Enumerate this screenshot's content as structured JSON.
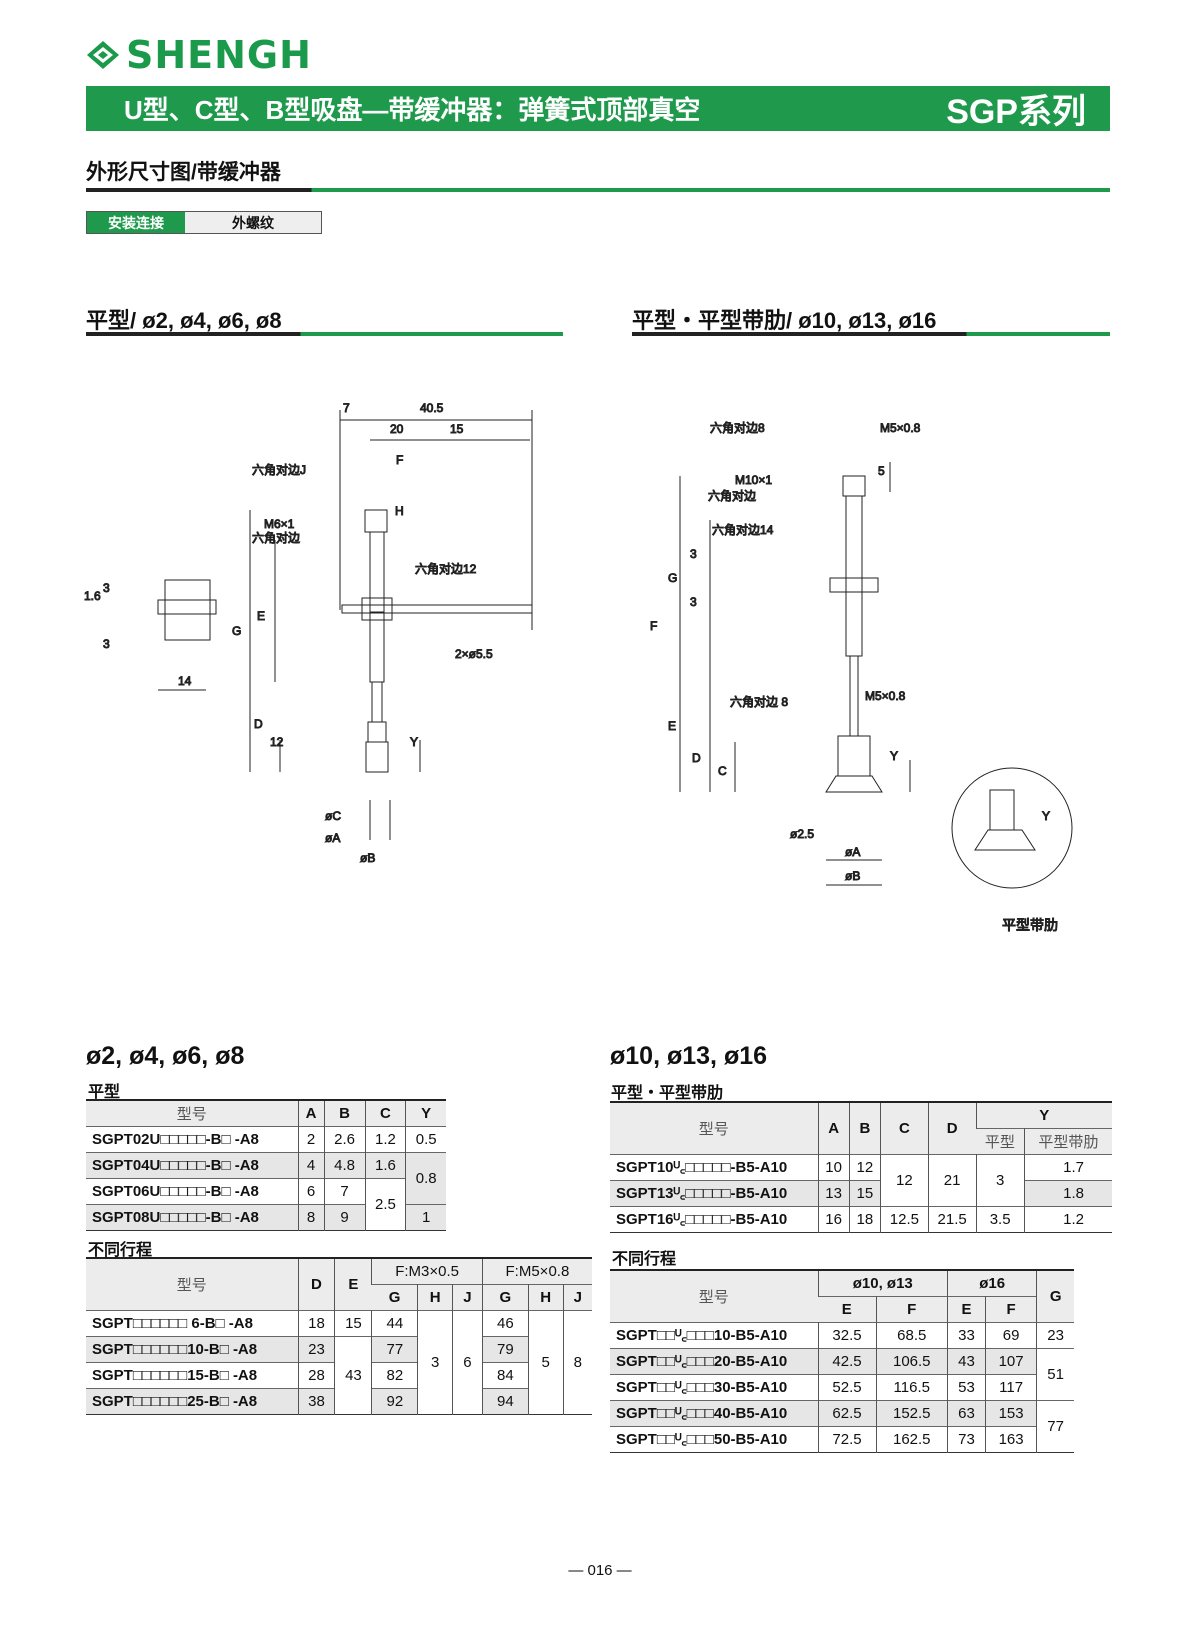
{
  "header": {
    "brand": "SHENGH",
    "title": "U型、C型、B型吸盘—带缓冲器：弹簧式顶部真空",
    "series": "SGP系列"
  },
  "subtitle": "外形尺寸图/带缓冲器",
  "tag": {
    "label": "安装连接",
    "value": "外螺纹"
  },
  "left_section": {
    "title": "平型/ ø2, ø4, ø6, ø8",
    "labels": [
      "7",
      "40.5",
      "20",
      "15",
      "六角对边J",
      "F",
      "H",
      "M6×1",
      "六角对边",
      "六角对边12",
      "G",
      "E",
      "D",
      "12",
      "Y",
      "2×ø5.5",
      "øC",
      "øA",
      "øB",
      "1.6",
      "3",
      "3",
      "14"
    ]
  },
  "right_section": {
    "title": "平型・平型带肋/ ø10, ø13, ø16",
    "labels": [
      "六角对边8",
      "M5×0.8",
      "5",
      "M10×1",
      "六角对边",
      "六角对边14",
      "3",
      "G",
      "3",
      "F",
      "六角对边 8",
      "M5×0.8",
      "E",
      "D",
      "C",
      "Y",
      "ø2.5",
      "øA",
      "øB",
      "Y"
    ],
    "inset_caption": "平型带肋"
  },
  "t1": {
    "heading": "ø2, ø4, ø6, ø8",
    "sub": "平型",
    "cols": [
      "型号",
      "A",
      "B",
      "C",
      "Y"
    ],
    "rows": [
      [
        "SGPT02U□□□□□-B□ -A8",
        "2",
        "2.6",
        "1.2",
        "0.5"
      ],
      [
        "SGPT04U□□□□□-B□ -A8",
        "4",
        "4.8",
        "1.6",
        "0.8"
      ],
      [
        "SGPT06U□□□□□-B□ -A8",
        "6",
        "7",
        "2.5",
        ""
      ],
      [
        "SGPT08U□□□□□-B□ -A8",
        "8",
        "9",
        "",
        "1"
      ]
    ]
  },
  "t2": {
    "sub": "不同行程",
    "cols": [
      "型号",
      "D",
      "E",
      "F:M3×0.5",
      "F:M5×0.8"
    ],
    "subcols": [
      "G",
      "H",
      "J",
      "G",
      "H",
      "J"
    ],
    "rows": [
      [
        "SGPT□□□□□□ 6-B□ -A8",
        "18",
        "15",
        "44",
        "3",
        "6",
        "46",
        "5",
        "8"
      ],
      [
        "SGPT□□□□□□10-B□ -A8",
        "23",
        "43",
        "77",
        "",
        "",
        "79",
        "",
        ""
      ],
      [
        "SGPT□□□□□□15-B□ -A8",
        "28",
        "",
        "82",
        "",
        "",
        "84",
        "",
        ""
      ],
      [
        "SGPT□□□□□□25-B□ -A8",
        "38",
        "",
        "92",
        "",
        "",
        "94",
        "",
        ""
      ]
    ]
  },
  "t3": {
    "heading": "ø10, ø13, ø16",
    "sub": "平型・平型带肋",
    "cols": [
      "型号",
      "A",
      "B",
      "C",
      "D",
      "Y"
    ],
    "subcols": [
      "平型",
      "平型带肋"
    ],
    "rows": [
      [
        "SGPT10ᵁ꜀□□□□□-B5-A10",
        "10",
        "12",
        "12",
        "21",
        "3",
        "1.7"
      ],
      [
        "SGPT13ᵁ꜀□□□□□-B5-A10",
        "13",
        "15",
        "",
        "",
        "",
        "1.8"
      ],
      [
        "SGPT16ᵁ꜀□□□□□-B5-A10",
        "16",
        "18",
        "12.5",
        "21.5",
        "3.5",
        "1.2"
      ]
    ]
  },
  "t4": {
    "sub": "不同行程",
    "cols": [
      "型号",
      "ø10, ø13",
      "ø16",
      "G"
    ],
    "subcols": [
      "E",
      "F",
      "E",
      "F"
    ],
    "rows": [
      [
        "SGPT□□ᵁ꜀□□□10-B5-A10",
        "32.5",
        "68.5",
        "33",
        "69",
        "23"
      ],
      [
        "SGPT□□ᵁ꜀□□□20-B5-A10",
        "42.5",
        "106.5",
        "43",
        "107",
        "51"
      ],
      [
        "SGPT□□ᵁ꜀□□□30-B5-A10",
        "52.5",
        "116.5",
        "53",
        "117",
        ""
      ],
      [
        "SGPT□□ᵁ꜀□□□40-B5-A10",
        "62.5",
        "152.5",
        "63",
        "153",
        "77"
      ],
      [
        "SGPT□□ᵁ꜀□□□50-B5-A10",
        "72.5",
        "162.5",
        "73",
        "163",
        ""
      ]
    ]
  },
  "page_number": "— 016 —"
}
